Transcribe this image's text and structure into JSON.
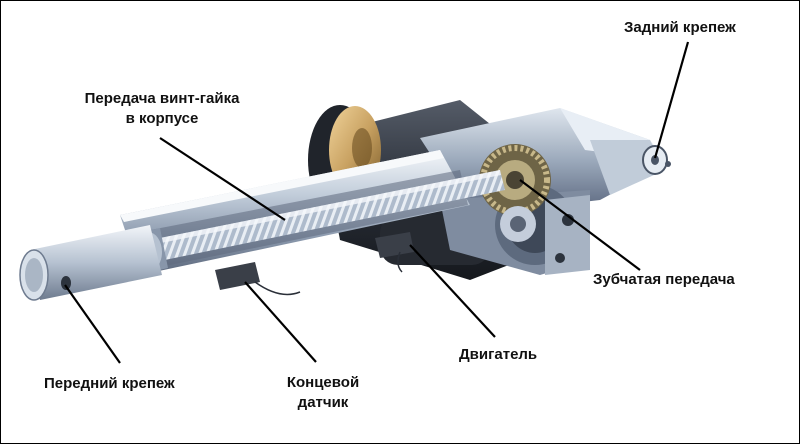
{
  "labels": {
    "rear_mount": "Задний крепеж",
    "screw_nut_line1": "Передача винт-гайка",
    "screw_nut_line2": "в корпусе",
    "gear": "Зубчатая передача",
    "motor": "Двигатель",
    "front_mount": "Передний крепеж",
    "limit_switch_line1": "Концевой",
    "limit_switch_line2": "датчик"
  },
  "colors": {
    "metal_light": "#e6ecf3",
    "metal_mid": "#a9b6c6",
    "metal_dark": "#4a5566",
    "motor_dark": "#2a2f38",
    "copper": "#c9a262",
    "gear": "#8a7a55"
  }
}
